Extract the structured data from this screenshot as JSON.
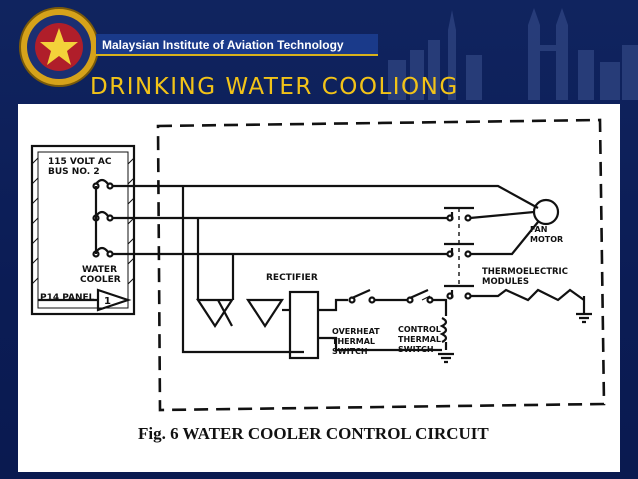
{
  "header": {
    "institute": "Malaysian Institute of Aviation Technology",
    "title": "DRINKING WATER COOLIONG"
  },
  "diagram": {
    "bus_label_1": "115 VOLT AC",
    "bus_label_2": "BUS NO. 2",
    "water_label": "WATER",
    "cooler_label": "COOLER",
    "panel_label": "P14 PANEL",
    "panel_number": "1",
    "rectifier_label": "RECTIFIER",
    "fan_label": "FAN",
    "motor_label": "MOTOR",
    "thermo_label_1": "THERMOELECTRIC",
    "thermo_label_2": "MODULES",
    "overheat_1": "OVERHEAT",
    "overheat_2": "THERMAL",
    "overheat_3": "SWITCH",
    "control_1": "CONTROL",
    "control_2": "THERMAL",
    "control_3": "SWITCH",
    "caption": "Fig. 6  WATER COOLER CONTROL CIRCUIT"
  },
  "colors": {
    "background": "#0b1f5e",
    "title": "#f2c318",
    "band": "#1a3a8a",
    "accent": "#d9b21b"
  }
}
